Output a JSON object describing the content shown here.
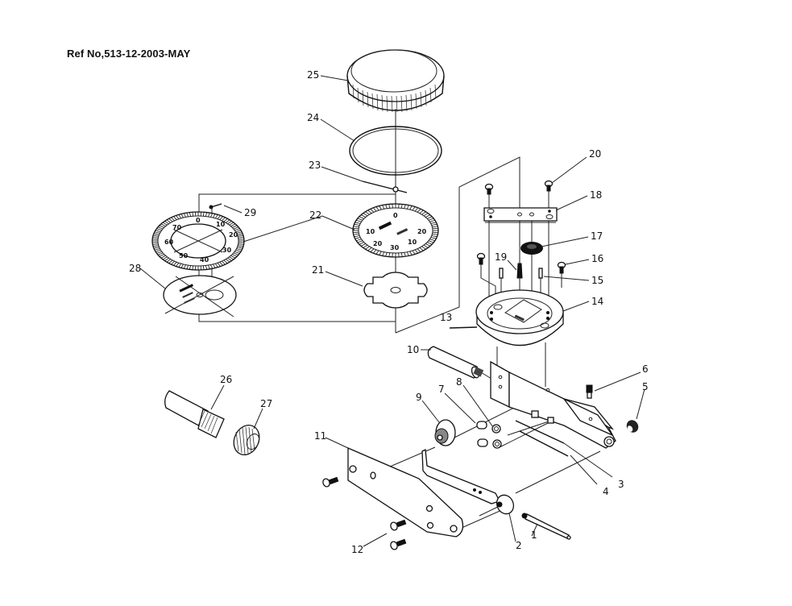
{
  "header": {
    "ref_no": "Ref No,513-12-2003-MAY"
  },
  "diagram": {
    "title": "Exploded parts view",
    "callouts": [
      {
        "id": "1",
        "label": "1"
      },
      {
        "id": "2",
        "label": "2"
      },
      {
        "id": "3",
        "label": "3"
      },
      {
        "id": "4",
        "label": "4"
      },
      {
        "id": "5",
        "label": "5"
      },
      {
        "id": "6",
        "label": "6"
      },
      {
        "id": "7",
        "label": "7"
      },
      {
        "id": "8",
        "label": "8"
      },
      {
        "id": "9",
        "label": "9"
      },
      {
        "id": "10",
        "label": "10"
      },
      {
        "id": "11",
        "label": "11"
      },
      {
        "id": "12",
        "label": "12"
      },
      {
        "id": "13",
        "label": "13"
      },
      {
        "id": "14",
        "label": "14"
      },
      {
        "id": "15",
        "label": "15"
      },
      {
        "id": "16",
        "label": "16"
      },
      {
        "id": "17",
        "label": "17"
      },
      {
        "id": "18",
        "label": "18"
      },
      {
        "id": "19",
        "label": "19"
      },
      {
        "id": "20",
        "label": "20"
      },
      {
        "id": "21",
        "label": "21"
      },
      {
        "id": "22",
        "label": "22"
      },
      {
        "id": "23",
        "label": "23"
      },
      {
        "id": "24",
        "label": "24"
      },
      {
        "id": "25",
        "label": "25"
      },
      {
        "id": "26",
        "label": "26"
      },
      {
        "id": "27",
        "label": "27"
      },
      {
        "id": "28",
        "label": "28"
      },
      {
        "id": "29",
        "label": "29"
      }
    ],
    "small_dial_numbers": [
      "0",
      "10",
      "20",
      "30",
      "20",
      "10"
    ],
    "large_dial_numbers": [
      "0",
      "10",
      "20",
      "30",
      "40",
      "50",
      "60",
      "70"
    ]
  }
}
